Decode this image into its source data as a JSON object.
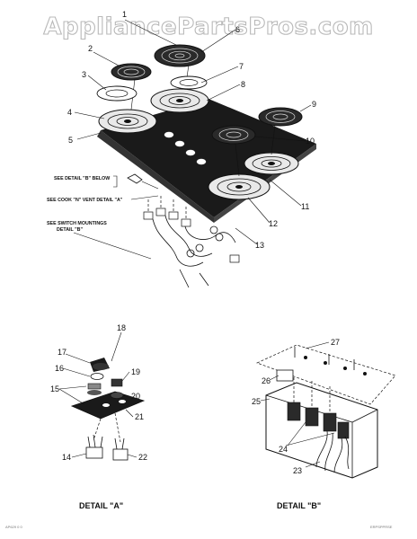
{
  "watermark": "AppliancePartsPros.com",
  "main_callouts": [
    "1",
    "2",
    "3",
    "4",
    "5",
    "6",
    "7",
    "8",
    "9",
    "10",
    "11",
    "12",
    "13"
  ],
  "main_notes": {
    "detail_b": "SEE DETAIL \"B\" BELOW",
    "cook_vent": "SEE COOK \"N\" VENT DETAIL \"A\"",
    "switch_line1": "SEE SWITCH MOUNTINGS",
    "switch_line2": "DETAIL \"B\""
  },
  "detail_a": {
    "caption": "DETAIL  \"A\"",
    "callouts": [
      "14",
      "15",
      "16",
      "17",
      "18",
      "19",
      "20",
      "21",
      "22"
    ]
  },
  "detail_b": {
    "caption": "DETAIL  \"B\"",
    "callouts": [
      "23",
      "24",
      "25",
      "26",
      "27"
    ]
  },
  "footer": {
    "left_code": "AP629 0 0",
    "right_code": "ERPSPPRSE"
  }
}
